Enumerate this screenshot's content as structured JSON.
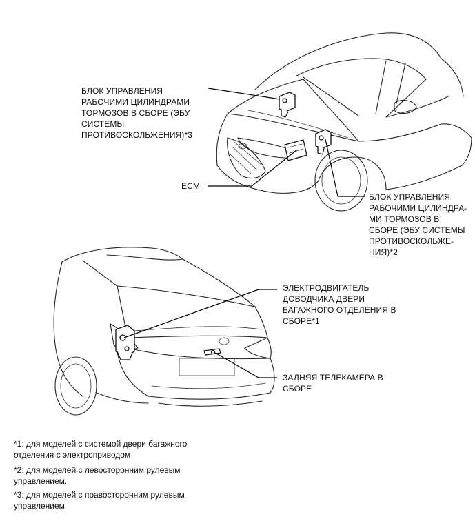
{
  "callouts": {
    "brake_actuator_top": "БЛОК УПРАВЛЕНИЯ\nРАБОЧИМИ ЦИЛИНДРАМИ\nТОРМОЗОВ В СБОРЕ (ЭБУ\nСИСТЕМЫ\nПРОТИВОСКОЛЬЖЕНИЯ)*3",
    "ecm": "ECM",
    "brake_actuator_right": "БЛОК УПРАВЛЕНИЯ\nРАБОЧИМИ ЦИЛИНДРА-\nМИ ТОРМОЗОВ В\nСБОРЕ (ЭБУ СИСТЕМЫ\nПРОТИВОСКОЛЬЖЕ-\nНИЯ)*2",
    "door_motor": "ЭЛЕКТРОДВИГАТЕЛЬ\nДОВОДЧИКА ДВЕРИ\nБАГАЖНОГО ОТДЕЛЕНИЯ В\nСБОРЕ*1",
    "rear_camera": "ЗАДНЯЯ ТЕЛЕКАМЕРА В\nСБОРЕ"
  },
  "footnotes": [
    "*1: для моделей с системой двери багажного\nотделения с электроприводом",
    "*2: для моделей с левосторонним рулевым\nуправлением.",
    "*3: для моделей с правосторонним рулевым\nуправлением"
  ]
}
